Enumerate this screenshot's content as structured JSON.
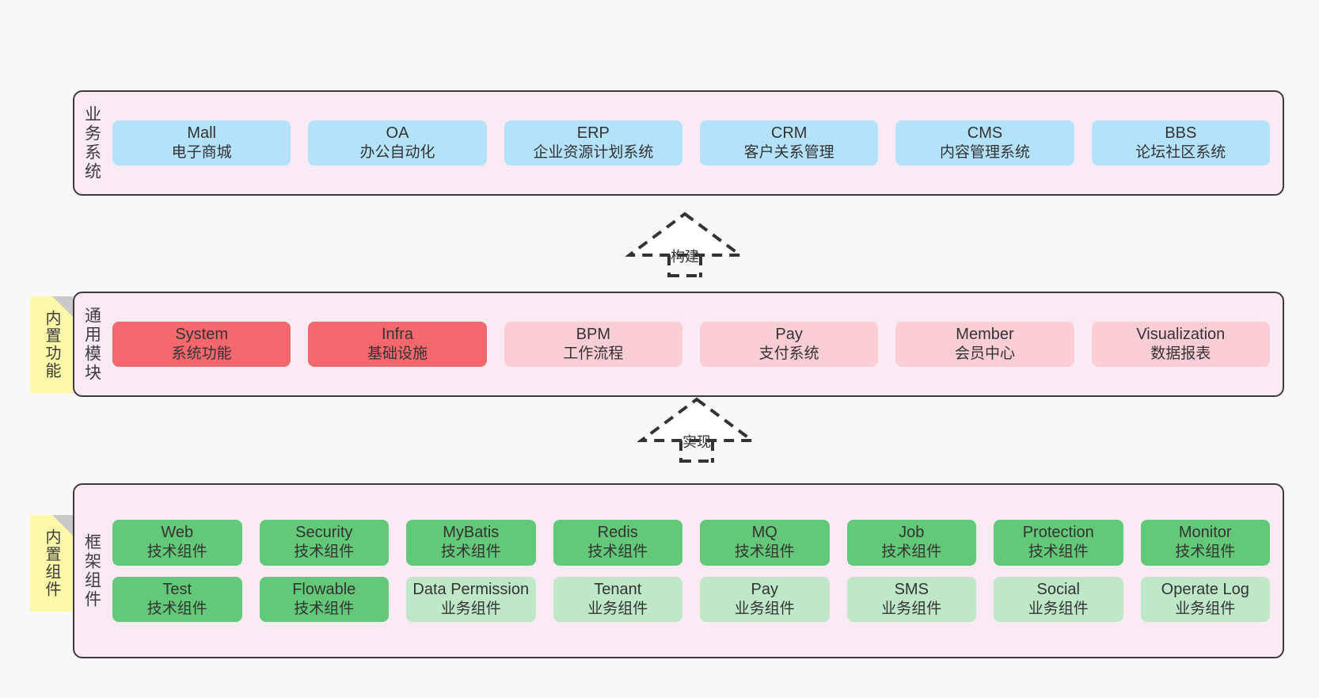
{
  "diagram": {
    "background": "#f8f8f8",
    "panel_fill": "#faeaf4",
    "panel_stroke": "#3a3a3a",
    "note_fill": "#fcf9a8",
    "note_fold": "#c9c9c9"
  },
  "layers": [
    {
      "id": "business-system",
      "title": "业务系统",
      "note": null,
      "rows": [
        {
          "cells": [
            {
              "t1": "Mall",
              "t2": "电子商城",
              "color": "#b5e2fb",
              "variant": "c-blue"
            },
            {
              "t1": "OA",
              "t2": "办公自动化",
              "color": "#b5e2fb",
              "variant": "c-blue"
            },
            {
              "t1": "ERP",
              "t2": "企业资源计划系统",
              "color": "#b5e2fb",
              "variant": "c-blue"
            },
            {
              "t1": "CRM",
              "t2": "客户关系管理",
              "color": "#b5e2fb",
              "variant": "c-blue"
            },
            {
              "t1": "CMS",
              "t2": "内容管理系统",
              "color": "#b5e2fb",
              "variant": "c-blue"
            },
            {
              "t1": "BBS",
              "t2": "论坛社区系统",
              "color": "#b5e2fb",
              "variant": "c-blue"
            }
          ]
        }
      ]
    },
    {
      "id": "common-module",
      "title": "通用模块",
      "note": "内置功能",
      "rows": [
        {
          "cells": [
            {
              "t1": "System",
              "t2": "系统功能",
              "color": "#f5696e",
              "variant": "c-red"
            },
            {
              "t1": "Infra",
              "t2": "基础设施",
              "color": "#f5696e",
              "variant": "c-red"
            },
            {
              "t1": "BPM",
              "t2": "工作流程",
              "color": "#fbcdd4",
              "variant": "c-pink"
            },
            {
              "t1": "Pay",
              "t2": "支付系统",
              "color": "#fbcdd4",
              "variant": "c-pink"
            },
            {
              "t1": "Member",
              "t2": "会员中心",
              "color": "#fbcdd4",
              "variant": "c-pink"
            },
            {
              "t1": "Visualization",
              "t2": "数据报表",
              "color": "#fbcdd4",
              "variant": "c-pink"
            }
          ]
        }
      ]
    },
    {
      "id": "framework-component",
      "title": "框架组件",
      "note": "内置组件",
      "rows": [
        {
          "cells": [
            {
              "t1": "Web",
              "t2": "技术组件",
              "color": "#63c878",
              "variant": "c-green"
            },
            {
              "t1": "Security",
              "t2": "技术组件",
              "color": "#63c878",
              "variant": "c-green"
            },
            {
              "t1": "MyBatis",
              "t2": "技术组件",
              "color": "#63c878",
              "variant": "c-green"
            },
            {
              "t1": "Redis",
              "t2": "技术组件",
              "color": "#63c878",
              "variant": "c-green"
            },
            {
              "t1": "MQ",
              "t2": "技术组件",
              "color": "#63c878",
              "variant": "c-green"
            },
            {
              "t1": "Job",
              "t2": "技术组件",
              "color": "#63c878",
              "variant": "c-green"
            },
            {
              "t1": "Protection",
              "t2": "技术组件",
              "color": "#63c878",
              "variant": "c-green"
            },
            {
              "t1": "Monitor",
              "t2": "技术组件",
              "color": "#63c878",
              "variant": "c-green"
            }
          ]
        },
        {
          "cells": [
            {
              "t1": "Test",
              "t2": "技术组件",
              "color": "#63c878",
              "variant": "c-green"
            },
            {
              "t1": "Flowable",
              "t2": "技术组件",
              "color": "#63c878",
              "variant": "c-green"
            },
            {
              "t1": "Data Permission",
              "t2": "业务组件",
              "color": "#bfe8c8",
              "variant": "c-lightgreen"
            },
            {
              "t1": "Tenant",
              "t2": "业务组件",
              "color": "#bfe8c8",
              "variant": "c-lightgreen"
            },
            {
              "t1": "Pay",
              "t2": "业务组件",
              "color": "#bfe8c8",
              "variant": "c-lightgreen"
            },
            {
              "t1": "SMS",
              "t2": "业务组件",
              "color": "#bfe8c8",
              "variant": "c-lightgreen"
            },
            {
              "t1": "Social",
              "t2": "业务组件",
              "color": "#bfe8c8",
              "variant": "c-lightgreen"
            },
            {
              "t1": "Operate Log",
              "t2": "业务组件",
              "color": "#bfe8c8",
              "variant": "c-lightgreen"
            }
          ]
        }
      ]
    }
  ],
  "connectors": [
    {
      "id": "build",
      "label": "构建"
    },
    {
      "id": "implement",
      "label": "实现"
    }
  ]
}
